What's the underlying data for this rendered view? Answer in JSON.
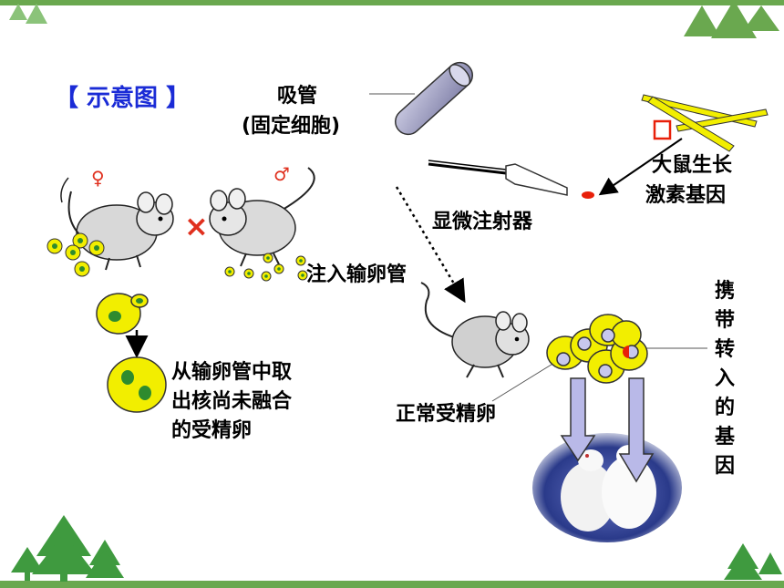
{
  "title": "【 示意图 】",
  "labels": {
    "pipette": "吸管",
    "pipette_note": "(固定细胞)",
    "microinjector": "显微注射器",
    "gene": "大鼠生长激素基因",
    "gene_line1": "大鼠生长",
    "gene_line2": "激素基因",
    "inject": "注入输卵管",
    "take_egg_line1": "从输卵管中取",
    "take_egg_line2": "出核尚未融合",
    "take_egg_line3": "的受精卵",
    "normal_egg": "正常受精卵",
    "transgene_vertical": [
      "携",
      "带",
      "转",
      "入",
      "的",
      "基",
      "因"
    ]
  },
  "symbols": {
    "female": "♀",
    "male": "♂",
    "cross": "×",
    "gene_box": "□"
  },
  "colors": {
    "title": "#1a2bd6",
    "cell_fill": "#f2ee00",
    "nucleus": "#2e8b2e",
    "cross": "#e0301e",
    "gene_red": "#e8200a",
    "header_band": "#6aa84f",
    "tree": "#3f9a3f",
    "pipette": "#a8a8c8",
    "arrow_fill": "#b9b9e8"
  }
}
